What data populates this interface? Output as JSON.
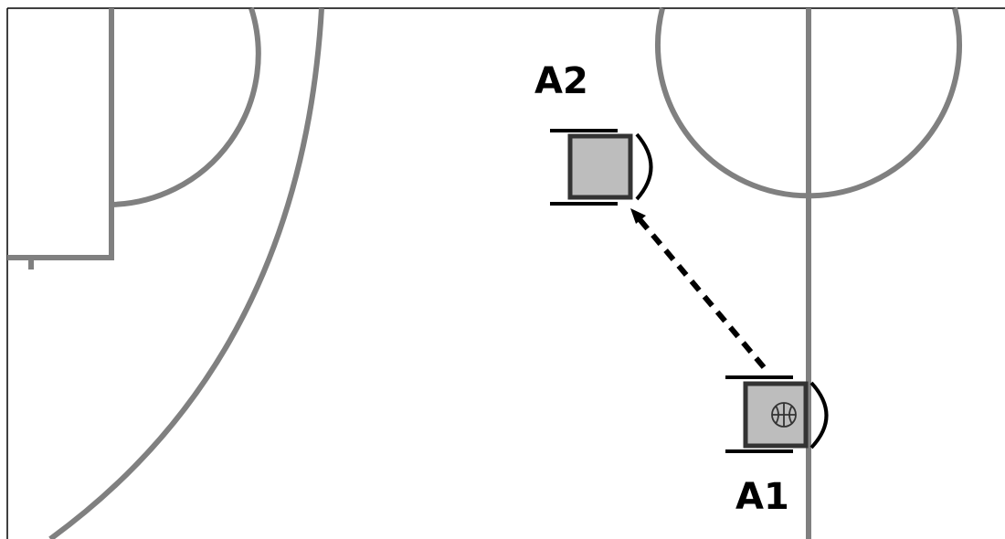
{
  "players": [
    {
      "id": "A1",
      "label": "A1",
      "has_ball": true
    },
    {
      "id": "A2",
      "label": "A2",
      "has_ball": false
    }
  ],
  "pass": {
    "from": "A1",
    "to": "A2",
    "style": "dashed-arrow"
  },
  "colors": {
    "court_line": "#808080",
    "player_fill": "#bdbdbd",
    "player_stroke": "#333333",
    "wheel": "#000000",
    "pass_line": "#000000",
    "label": "#000000",
    "background": "#ffffff"
  },
  "icons": {
    "ball": "basketball-icon",
    "player": "wheelchair-player-icon"
  }
}
